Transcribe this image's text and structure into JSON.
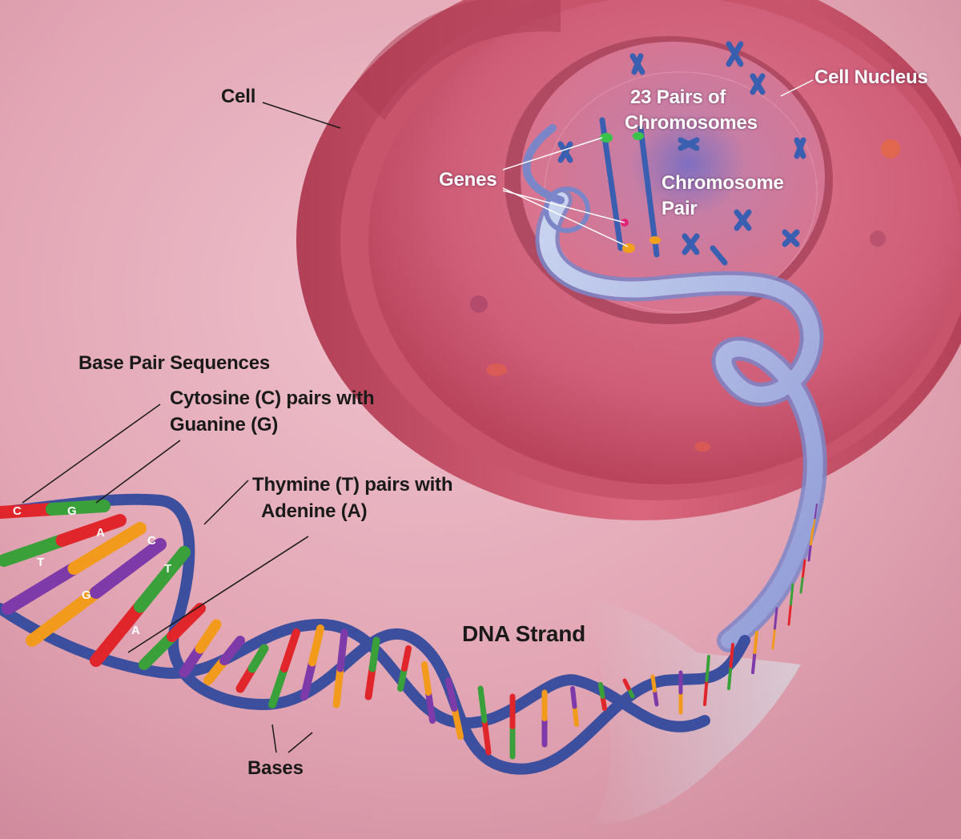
{
  "labels": {
    "cell": "Cell",
    "cell_nucleus": "Cell Nucleus",
    "chromosomes_line1": "23 Pairs of",
    "chromosomes_line2": "Chromosomes",
    "genes": "Genes",
    "chromosome_pair_line1": "Chromosome",
    "chromosome_pair_line2": "Pair",
    "base_pair_sequences": "Base Pair Sequences",
    "cytosine_line1": "Cytosine (C) pairs with",
    "cytosine_line2": "Guanine (G)",
    "thymine_line1": "Thymine (T) pairs with",
    "thymine_line2": "Adenine (A)",
    "dna_strand": "DNA Strand",
    "bases": "Bases"
  },
  "base_letters": [
    "C",
    "G",
    "A",
    "C",
    "T",
    "T",
    "G",
    "A"
  ],
  "colors": {
    "background": "#e3aab8",
    "cell_membrane": "#c9495e",
    "nucleus": "#c8546f",
    "backbone": "#4a5aa8",
    "cytosine": "#e0252b",
    "guanine": "#3aa03a",
    "thymine": "#7e3aa8",
    "adenine": "#f29a1c",
    "chromosome": "#3a5fb0"
  }
}
